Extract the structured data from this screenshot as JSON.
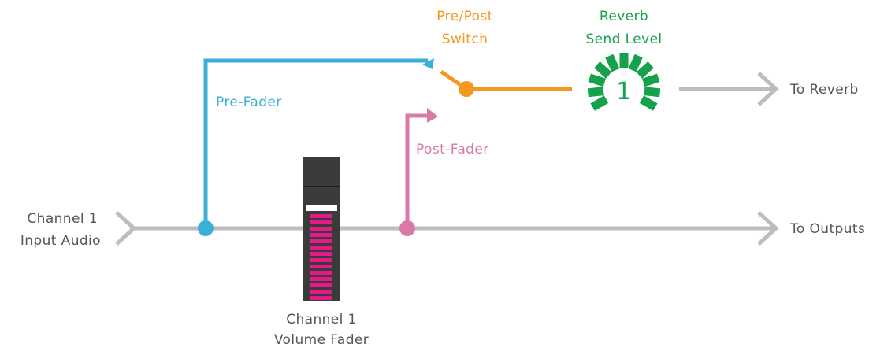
{
  "colors": {
    "main_signal": "#bdbdbd",
    "pre_fader": "#3ab0d6",
    "post_fader": "#d97aa6",
    "switch": "#f5961e",
    "knob": "#15a24b",
    "fader_body": "#3b3b3b",
    "fader_segments": "#e6198a",
    "label_gray": "#555555"
  },
  "input_label": [
    "Channel 1",
    "Input Audio"
  ],
  "fader_label": [
    "Channel 1",
    "Volume Fader"
  ],
  "pre_fader_label": "Pre-Fader",
  "post_fader_label": "Post-Fader",
  "switch_label": [
    "Pre/Post",
    "Switch"
  ],
  "reverb_label": [
    "Reverb",
    "Send Level"
  ],
  "knob_value": "1",
  "to_reverb_label": "To Reverb",
  "to_outputs_label": "To Outputs",
  "icons": {
    "input_arrow": "chevron-right-icon",
    "output_arrow": "arrow-right-icon",
    "fader": "fader-icon",
    "knob": "knob-icon"
  }
}
